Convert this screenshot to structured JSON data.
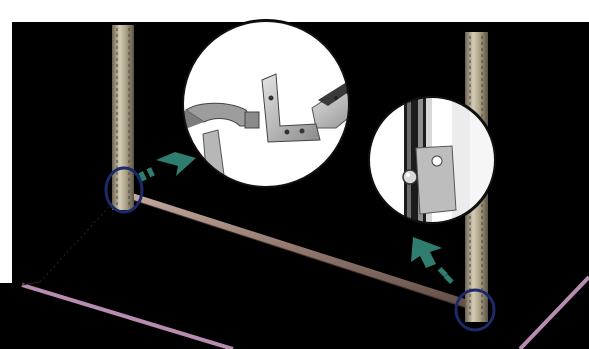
{
  "diagram": {
    "subject": "shelving-assembly-step",
    "colors": {
      "background": "#000000",
      "page": "#ffffff",
      "floor_edge": "#b78cb0",
      "upright": "#bdb29a",
      "crossbar": "#9c8277",
      "arrow": "#2f7d6f",
      "highlight_ring": "#1c2a6b",
      "zoom_bubble_fill": "#ffffff"
    },
    "callouts": [
      {
        "id": "bracket-detail",
        "icon": "hammer-and-bracket"
      },
      {
        "id": "peg-detail",
        "icon": "upright-with-peg"
      }
    ]
  }
}
